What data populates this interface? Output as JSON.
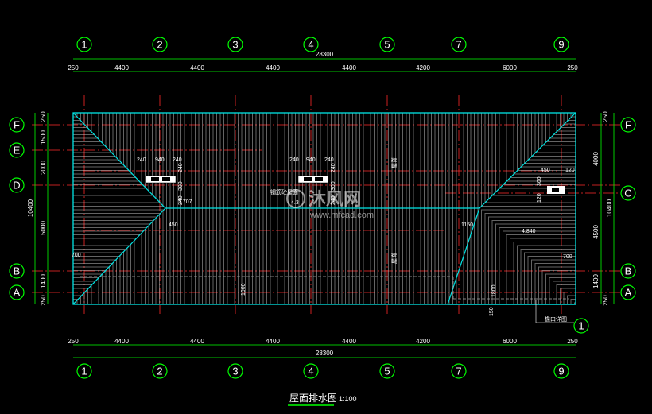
{
  "drawing": {
    "title": "屋面排水图",
    "scale": "1:100",
    "watermark_logo_text": "沐风网",
    "watermark_url": "www.mfcad.com",
    "colors": {
      "background": "#000000",
      "axis": "#00ff00",
      "grid": "#ff2a2a",
      "roof": "#00e5e5",
      "text": "#ffffff",
      "slope_lines": "#c8c8c8"
    }
  },
  "axes": {
    "horizontal": [
      "1",
      "2",
      "3",
      "4",
      "5",
      "7",
      "9"
    ],
    "left_vertical": [
      "F",
      "E",
      "D",
      "B",
      "A"
    ],
    "right_vertical": [
      "F",
      "C",
      "B",
      "A"
    ]
  },
  "dimensions": {
    "top": {
      "total": "28300",
      "segments": [
        "250",
        "4400",
        "4400",
        "4400",
        "4400",
        "4200",
        "6000",
        "250"
      ]
    },
    "bottom": {
      "total": "28300",
      "segments": [
        "250",
        "4400",
        "4400",
        "4400",
        "4400",
        "4200",
        "6000",
        "250"
      ]
    },
    "left": {
      "total": "10400",
      "segments": [
        "250",
        "1500",
        "2000",
        "5000",
        "1400",
        "250"
      ]
    },
    "right": {
      "total": "10400",
      "segments": [
        "250",
        "4000",
        "4500",
        "1400",
        "250"
      ]
    }
  },
  "annotations": {
    "vent_left": [
      "240",
      "940",
      "240",
      "240",
      "300",
      "240"
    ],
    "vent_mid": [
      "240",
      "940",
      "240",
      "240",
      "300",
      "240"
    ],
    "vent_right": [
      "450",
      "120",
      "300",
      "120"
    ],
    "slope_left": "5.707",
    "dim_450": "450",
    "dim_700_left": "700",
    "dim_700_right": "700",
    "dim_1150": "1150",
    "dim_1900": "1900",
    "dim_1800": "1800",
    "dim_150": "150",
    "slope_right": "4.840",
    "ridge_label_top": "屋脊",
    "ridge_label_bottom": "屋脊",
    "center_label": "钢筋砼屋面",
    "center_value": "4.3",
    "detail_note": "檐口详图",
    "detail_ref": "1"
  }
}
